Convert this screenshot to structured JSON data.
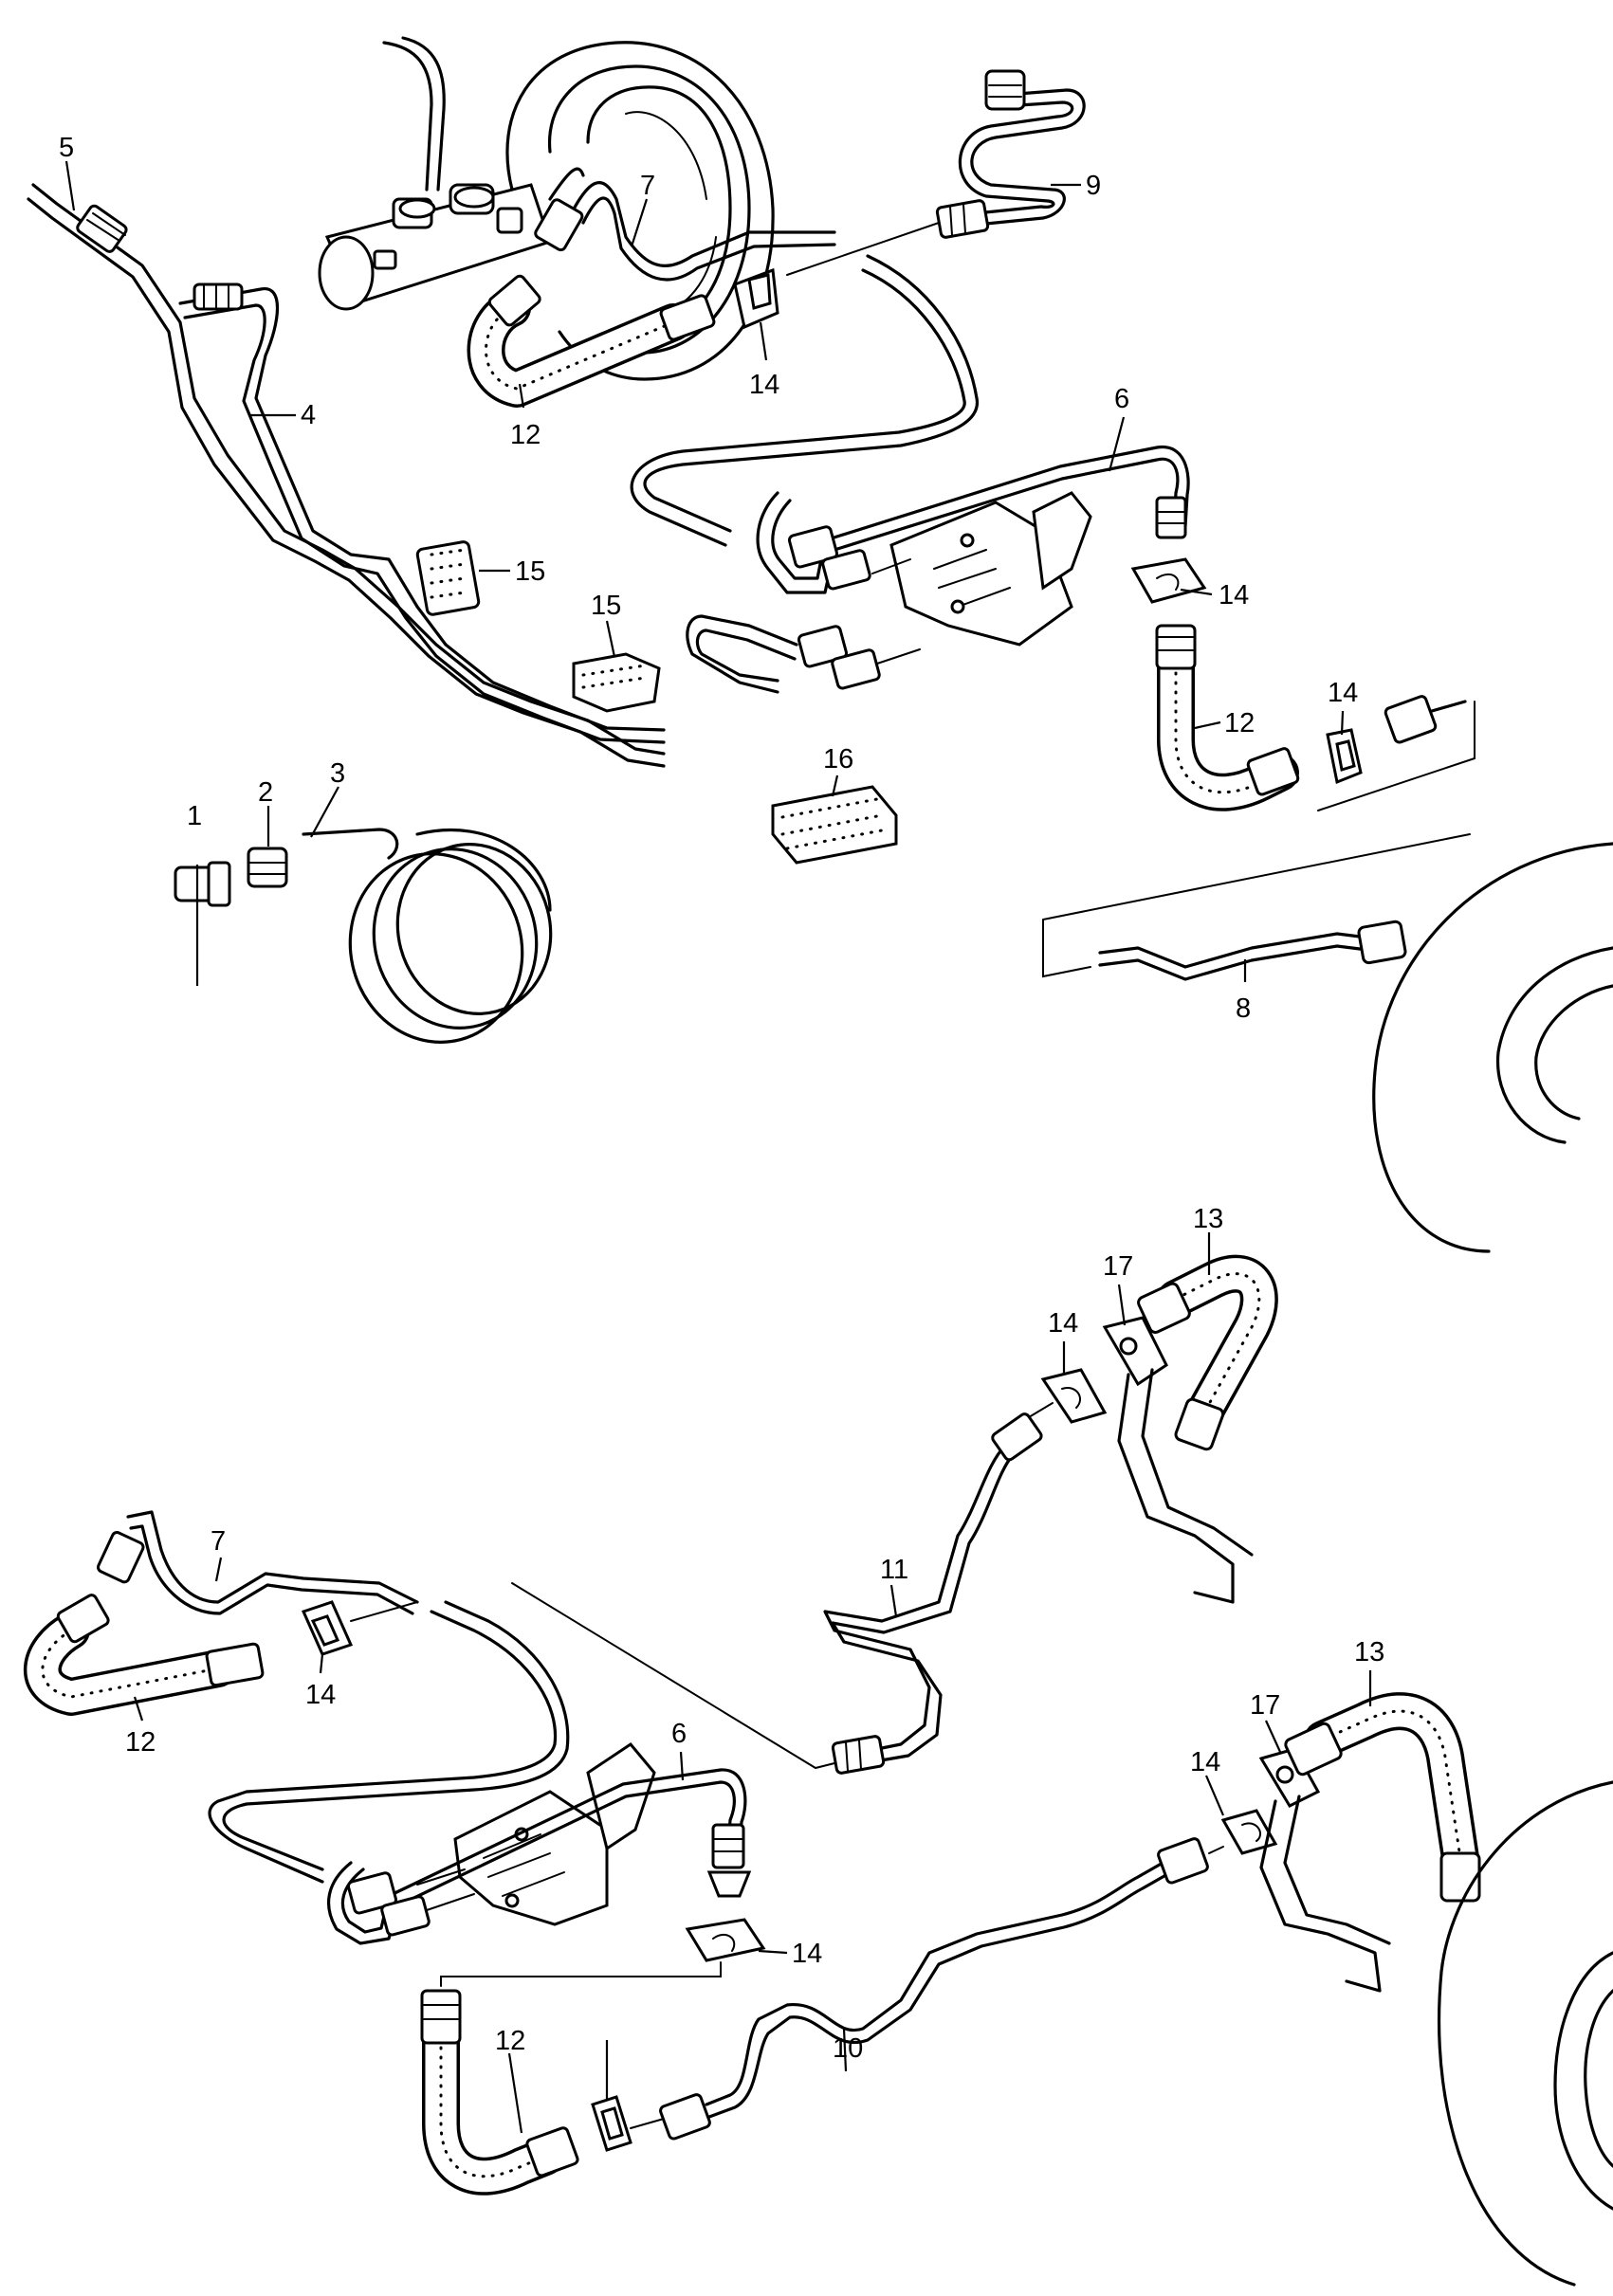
{
  "callouts": [
    {
      "id": "c1",
      "text": "1"
    },
    {
      "id": "c2",
      "text": "2"
    },
    {
      "id": "c3",
      "text": "3"
    },
    {
      "id": "c4",
      "text": "4"
    },
    {
      "id": "c5",
      "text": "5"
    },
    {
      "id": "c6a",
      "text": "6"
    },
    {
      "id": "c6b",
      "text": "6"
    },
    {
      "id": "c7a",
      "text": "7"
    },
    {
      "id": "c7b",
      "text": "7"
    },
    {
      "id": "c8",
      "text": "8"
    },
    {
      "id": "c9",
      "text": "9"
    },
    {
      "id": "c10",
      "text": "10"
    },
    {
      "id": "c11",
      "text": "11"
    },
    {
      "id": "c12a",
      "text": "12"
    },
    {
      "id": "c12b",
      "text": "12"
    },
    {
      "id": "c12c",
      "text": "12"
    },
    {
      "id": "c12d",
      "text": "12"
    },
    {
      "id": "c13a",
      "text": "13"
    },
    {
      "id": "c13b",
      "text": "13"
    },
    {
      "id": "c14a",
      "text": "14"
    },
    {
      "id": "c14b",
      "text": "14"
    },
    {
      "id": "c14c",
      "text": "14"
    },
    {
      "id": "c14d",
      "text": "14"
    },
    {
      "id": "c14e",
      "text": "14"
    },
    {
      "id": "c14f",
      "text": "14"
    },
    {
      "id": "c14g",
      "text": "14"
    },
    {
      "id": "c15a",
      "text": "15"
    },
    {
      "id": "c15b",
      "text": "15"
    },
    {
      "id": "c16",
      "text": "16"
    },
    {
      "id": "c17a",
      "text": "17"
    },
    {
      "id": "c17b",
      "text": "17"
    }
  ]
}
